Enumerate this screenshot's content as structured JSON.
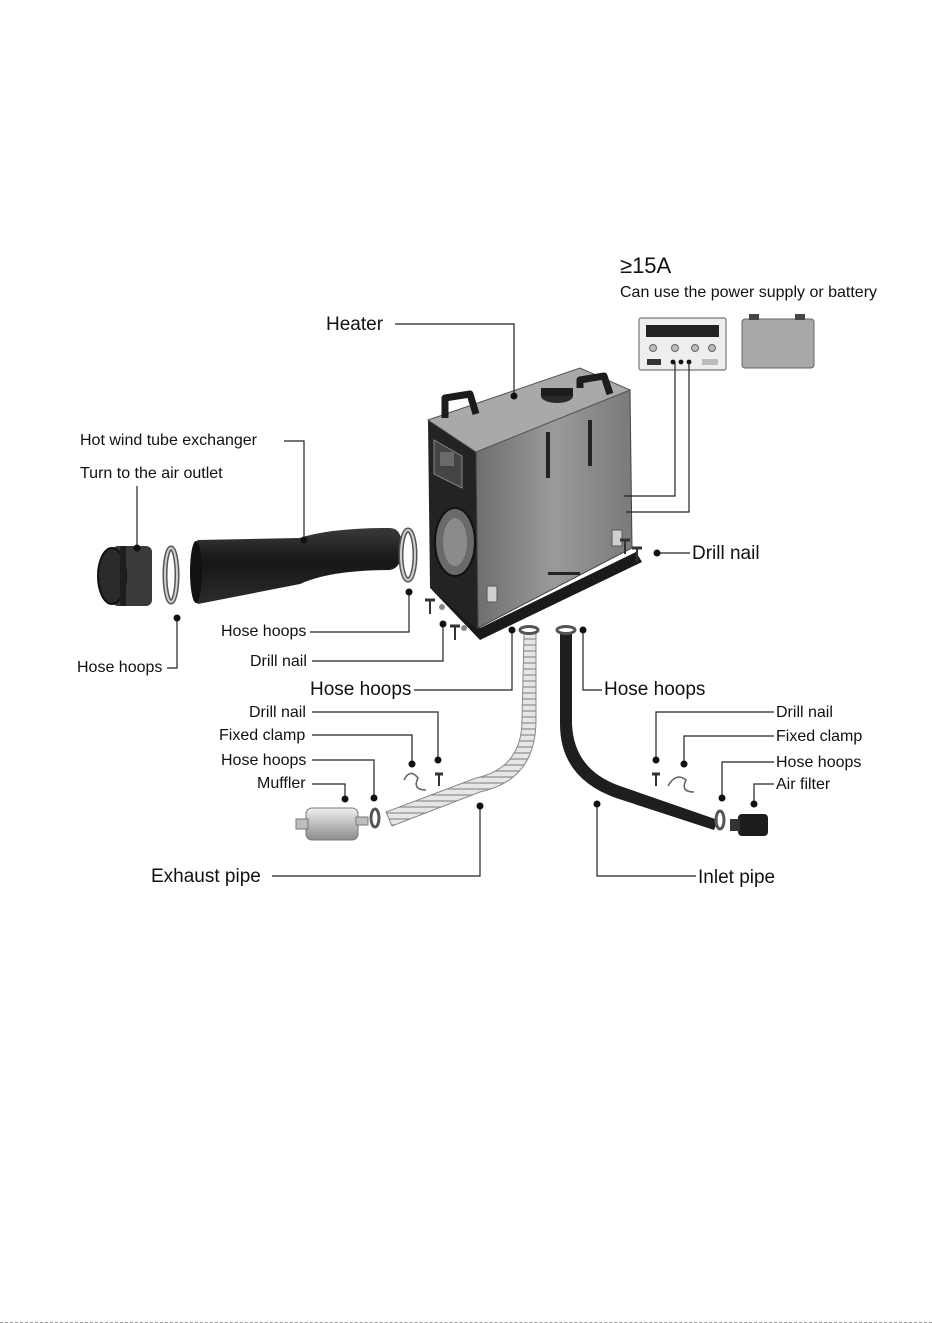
{
  "power": {
    "rating": "≥15A",
    "note": "Can use the power supply or battery"
  },
  "labels": {
    "heater": "Heater",
    "hot_wind_tube": "Hot wind tube exchanger",
    "turn_air_outlet": "Turn to the air outlet",
    "drill_nail_right": "Drill nail",
    "hose_hoops_mid": "Hose hoops",
    "hose_hoops_left": "Hose hoops",
    "drill_nail_mid": "Drill nail",
    "hose_hoops_exhaust": "Hose hoops",
    "hose_hoops_inlet": "Hose hoops",
    "drill_nail_exhaust": "Drill nail",
    "fixed_clamp_exhaust": "Fixed clamp",
    "hose_hoops_muffler": "Hose hoops",
    "muffler": "Muffler",
    "exhaust_pipe": "Exhaust pipe",
    "drill_nail_inlet": "Drill nail",
    "fixed_clamp_inlet": "Fixed clamp",
    "hose_hoops_filter": "Hose hoops",
    "air_filter": "Air filter",
    "inlet_pipe": "Inlet pipe"
  },
  "colors": {
    "heater_body": "#8a8a8a",
    "heater_dark": "#2a2a2a",
    "tube": "#1e1e1e",
    "battery": "#a8a8a8",
    "line": "#222222"
  }
}
